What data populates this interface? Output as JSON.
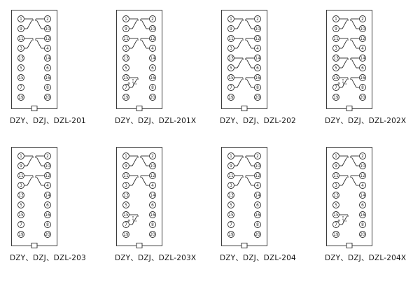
{
  "page": {
    "background": "#ffffff",
    "line_color": "#2a2a2a"
  },
  "diagrams": [
    {
      "id": "201",
      "label": "DZY、DZJ、DZL-201",
      "left": [
        "1",
        "9",
        "11",
        "3",
        "13",
        "5",
        "15",
        "7",
        "19"
      ],
      "right": [
        "2",
        "10",
        "12",
        "4",
        "14",
        "6",
        "16",
        "8",
        "20"
      ],
      "contacts": [
        {
          "side": "left",
          "rows": [
            0,
            1
          ]
        },
        {
          "side": "right",
          "rows": [
            0,
            1
          ]
        },
        {
          "side": "left",
          "rows": [
            2,
            3
          ]
        },
        {
          "side": "right",
          "rows": [
            2,
            3
          ]
        }
      ],
      "p_label": null
    },
    {
      "id": "201X",
      "label": "DZY、DZJ、DZL-201X",
      "left": [
        "1",
        "9",
        "11",
        "3",
        "13",
        "5",
        "15",
        "7",
        "19"
      ],
      "right": [
        "2",
        "10",
        "12",
        "4",
        "14",
        "6",
        "16",
        "8",
        "20"
      ],
      "contacts": [
        {
          "side": "left",
          "rows": [
            0,
            1
          ]
        },
        {
          "side": "right",
          "rows": [
            0,
            1
          ]
        },
        {
          "side": "left",
          "rows": [
            2,
            3
          ]
        },
        {
          "side": "right",
          "rows": [
            2,
            3
          ]
        },
        {
          "side": "left",
          "rows": [
            6,
            7
          ]
        }
      ],
      "p_label": {
        "side": "left",
        "row": 7,
        "text": "P"
      }
    },
    {
      "id": "202",
      "label": "DZY、DZJ、DZL-202",
      "left": [
        "1",
        "9",
        "11",
        "3",
        "13",
        "5",
        "15",
        "7",
        "19"
      ],
      "right": [
        "2",
        "10",
        "12",
        "4",
        "14",
        "6",
        "16",
        "8",
        "20"
      ],
      "contacts": [
        {
          "side": "left",
          "rows": [
            0,
            1
          ]
        },
        {
          "side": "right",
          "rows": [
            0,
            1
          ]
        },
        {
          "side": "left",
          "rows": [
            2,
            3
          ]
        },
        {
          "side": "right",
          "rows": [
            2,
            3
          ]
        },
        {
          "side": "left",
          "rows": [
            4,
            5
          ]
        },
        {
          "side": "right",
          "rows": [
            4,
            5
          ]
        },
        {
          "side": "left",
          "rows": [
            6,
            7
          ]
        },
        {
          "side": "right",
          "rows": [
            6,
            7
          ]
        }
      ],
      "p_label": null
    },
    {
      "id": "202X",
      "label": "DZY、DZJ、DZL-202X",
      "left": [
        "1",
        "9",
        "11",
        "3",
        "13",
        "5",
        "15",
        "7",
        "19"
      ],
      "right": [
        "2",
        "10",
        "12",
        "4",
        "14",
        "6",
        "16",
        "8",
        "20"
      ],
      "contacts": [
        {
          "side": "left",
          "rows": [
            0,
            1
          ]
        },
        {
          "side": "right",
          "rows": [
            0,
            1
          ]
        },
        {
          "side": "left",
          "rows": [
            2,
            3
          ]
        },
        {
          "side": "right",
          "rows": [
            2,
            3
          ]
        },
        {
          "side": "left",
          "rows": [
            4,
            5
          ]
        },
        {
          "side": "right",
          "rows": [
            4,
            5
          ]
        },
        {
          "side": "left",
          "rows": [
            6,
            7
          ]
        },
        {
          "side": "right",
          "rows": [
            6,
            7
          ]
        }
      ],
      "p_label": {
        "side": "left",
        "row": 7,
        "text": "P"
      }
    },
    {
      "id": "203",
      "label": "DZY、DZJ、DZL-203",
      "left": [
        "1",
        "9",
        "11",
        "3",
        "13",
        "5",
        "15",
        "7",
        "19"
      ],
      "right": [
        "2",
        "10",
        "12",
        "4",
        "14",
        "6",
        "16",
        "8",
        "20"
      ],
      "contacts": [
        {
          "side": "left",
          "rows": [
            0,
            1
          ]
        },
        {
          "side": "right",
          "rows": [
            0,
            1
          ]
        },
        {
          "side": "left",
          "rows": [
            2,
            3
          ]
        },
        {
          "side": "right",
          "rows": [
            2,
            3
          ]
        }
      ],
      "p_label": null
    },
    {
      "id": "203X",
      "label": "DZY、DZJ、DZL-203X",
      "left": [
        "1",
        "9",
        "11",
        "3",
        "13",
        "5",
        "15",
        "7",
        "19"
      ],
      "right": [
        "2",
        "10",
        "12",
        "4",
        "14",
        "6",
        "16",
        "8",
        "20"
      ],
      "contacts": [
        {
          "side": "left",
          "rows": [
            0,
            1
          ]
        },
        {
          "side": "right",
          "rows": [
            0,
            1
          ]
        },
        {
          "side": "left",
          "rows": [
            2,
            3
          ]
        },
        {
          "side": "right",
          "rows": [
            2,
            3
          ]
        },
        {
          "side": "left",
          "rows": [
            6,
            7
          ]
        }
      ],
      "p_label": {
        "side": "left",
        "row": 7,
        "text": "P"
      }
    },
    {
      "id": "204",
      "label": "DZY、DZJ、DZL-204",
      "left": [
        "1",
        "9",
        "11",
        "3",
        "13",
        "5",
        "15",
        "7",
        "19"
      ],
      "right": [
        "2",
        "10",
        "12",
        "4",
        "14",
        "6",
        "16",
        "8",
        "20"
      ],
      "contacts": [
        {
          "side": "left",
          "rows": [
            0,
            1
          ]
        },
        {
          "side": "right",
          "rows": [
            0,
            1
          ]
        },
        {
          "side": "left",
          "rows": [
            2,
            3
          ]
        },
        {
          "side": "right",
          "rows": [
            2,
            3
          ]
        }
      ],
      "p_label": null
    },
    {
      "id": "204X",
      "label": "DZY、DZJ、DZL-204X",
      "left": [
        "1",
        "9",
        "11",
        "3",
        "13",
        "5",
        "15",
        "7",
        "19"
      ],
      "right": [
        "2",
        "10",
        "12",
        "4",
        "14",
        "6",
        "16",
        "8",
        "20"
      ],
      "contacts": [
        {
          "side": "left",
          "rows": [
            0,
            1
          ]
        },
        {
          "side": "right",
          "rows": [
            0,
            1
          ]
        },
        {
          "side": "left",
          "rows": [
            2,
            3
          ]
        },
        {
          "side": "right",
          "rows": [
            2,
            3
          ]
        },
        {
          "side": "left",
          "rows": [
            6,
            7
          ]
        }
      ],
      "p_label": {
        "side": "left",
        "row": 7,
        "text": "P"
      }
    }
  ]
}
